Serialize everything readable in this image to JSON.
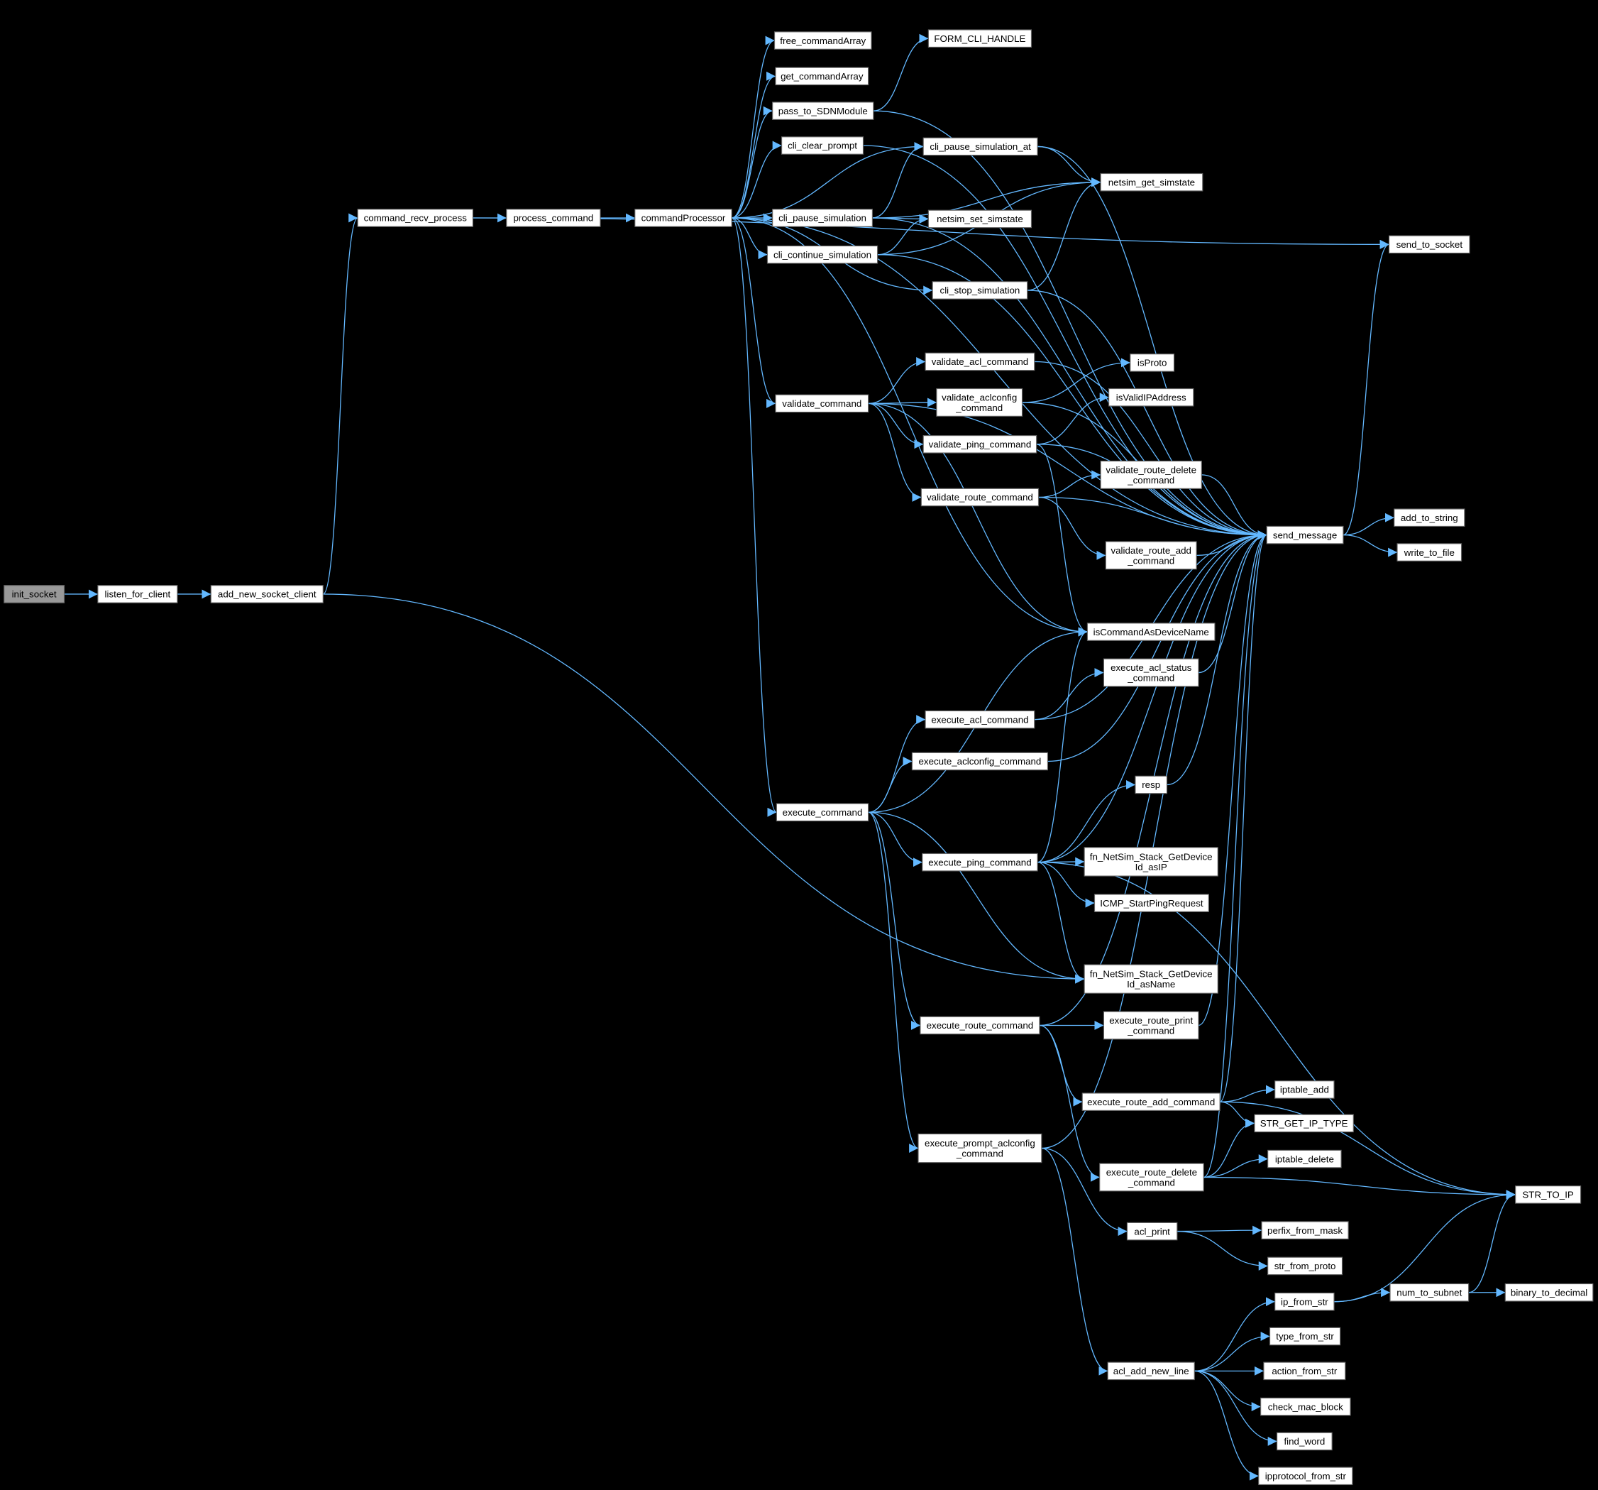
{
  "title": "Call graph of init_socket",
  "colors": {
    "background": "#000000",
    "edge": "#63b8ff",
    "node_fill": "#ffffff",
    "root_fill": "#999999"
  },
  "root": "init_socket",
  "nodes": {
    "init_socket": "init_socket",
    "listen_for_client": "listen_for_client",
    "add_new_socket_client": "add_new_socket_client",
    "command_recv_process": "command_recv_process",
    "process_command": "process_command",
    "commandProcessor": "commandProcessor",
    "free_commandArray": "free_commandArray",
    "get_commandArray": "get_commandArray",
    "pass_to_SDNModule": "pass_to_SDNModule",
    "cli_clear_prompt": "cli_clear_prompt",
    "FORM_CLI_HANDLE": "FORM_CLI_HANDLE",
    "cli_pause_simulation_at": "cli_pause_simulation_at",
    "netsim_get_simstate": "netsim_get_simstate",
    "cli_pause_simulation": "cli_pause_simulation",
    "netsim_set_simstate": "netsim_set_simstate",
    "cli_continue_simulation": "cli_continue_simulation",
    "cli_stop_simulation": "cli_stop_simulation",
    "send_to_socket": "send_to_socket",
    "validate_acl_command": "validate_acl_command",
    "isProto": "isProto",
    "validate_aclconfig_command": "validate_aclconfig\n_command",
    "isValidIPAddress": "isValidIPAddress",
    "validate_command": "validate_command",
    "validate_ping_command": "validate_ping_command",
    "validate_route_delete_command": "validate_route_delete\n_command",
    "validate_route_command": "validate_route_command",
    "send_message": "send_message",
    "add_to_string": "add_to_string",
    "write_to_file": "write_to_file",
    "validate_route_add_command": "validate_route_add\n_command",
    "isCommandAsDeviceName": "isCommandAsDeviceName",
    "execute_acl_status_command": "execute_acl_status\n_command",
    "execute_acl_command": "execute_acl_command",
    "execute_aclconfig_command": "execute_aclconfig_command",
    "resp": "resp",
    "execute_command": "execute_command",
    "execute_ping_command": "execute_ping_command",
    "fn_NetSim_Stack_GetDeviceId_asIP": "fn_NetSim_Stack_GetDevice\nId_asIP",
    "ICMP_StartPingRequest": "ICMP_StartPingRequest",
    "fn_NetSim_Stack_GetDeviceId_asName": "fn_NetSim_Stack_GetDevice\nId_asName",
    "execute_route_command": "execute_route_command",
    "execute_route_print_command": "execute_route_print\n_command",
    "execute_route_add_command": "execute_route_add_command",
    "iptable_add": "iptable_add",
    "STR_GET_IP_TYPE": "STR_GET_IP_TYPE",
    "execute_prompt_aclconfig_command": "execute_prompt_aclconfig\n_command",
    "iptable_delete": "iptable_delete",
    "execute_route_delete_command": "execute_route_delete\n_command",
    "STR_TO_IP": "STR_TO_IP",
    "acl_print": "acl_print",
    "perfix_from_mask": "perfix_from_mask",
    "str_from_proto": "str_from_proto",
    "ip_from_str": "ip_from_str",
    "num_to_subnet": "num_to_subnet",
    "binary_to_decimal": "binary_to_decimal",
    "type_from_str": "type_from_str",
    "acl_add_new_line": "acl_add_new_line",
    "action_from_str": "action_from_str",
    "check_mac_block": "check_mac_block",
    "find_word": "find_word",
    "ipprotocol_from_str": "ipprotocol_from_str"
  },
  "edges": [
    [
      "init_socket",
      "listen_for_client"
    ],
    [
      "listen_for_client",
      "add_new_socket_client"
    ],
    [
      "add_new_socket_client",
      "command_recv_process"
    ],
    [
      "add_new_socket_client",
      "fn_NetSim_Stack_GetDeviceId_asName"
    ],
    [
      "command_recv_process",
      "process_command"
    ],
    [
      "command_recv_process",
      "send_to_socket"
    ],
    [
      "process_command",
      "commandProcessor"
    ],
    [
      "commandProcessor",
      "free_commandArray"
    ],
    [
      "commandProcessor",
      "get_commandArray"
    ],
    [
      "commandProcessor",
      "pass_to_SDNModule"
    ],
    [
      "commandProcessor",
      "cli_clear_prompt"
    ],
    [
      "commandProcessor",
      "cli_pause_simulation_at"
    ],
    [
      "commandProcessor",
      "cli_pause_simulation"
    ],
    [
      "commandProcessor",
      "cli_continue_simulation"
    ],
    [
      "commandProcessor",
      "cli_stop_simulation"
    ],
    [
      "commandProcessor",
      "validate_command"
    ],
    [
      "commandProcessor",
      "execute_command"
    ],
    [
      "commandProcessor",
      "isCommandAsDeviceName"
    ],
    [
      "commandProcessor",
      "send_message"
    ],
    [
      "pass_to_SDNModule",
      "FORM_CLI_HANDLE"
    ],
    [
      "pass_to_SDNModule",
      "send_message"
    ],
    [
      "cli_clear_prompt",
      "send_message"
    ],
    [
      "cli_pause_simulation_at",
      "netsim_get_simstate"
    ],
    [
      "cli_pause_simulation_at",
      "send_message"
    ],
    [
      "cli_pause_simulation",
      "cli_pause_simulation_at"
    ],
    [
      "cli_pause_simulation",
      "netsim_get_simstate"
    ],
    [
      "cli_pause_simulation",
      "netsim_set_simstate"
    ],
    [
      "cli_pause_simulation",
      "send_message"
    ],
    [
      "cli_continue_simulation",
      "netsim_get_simstate"
    ],
    [
      "cli_continue_simulation",
      "netsim_set_simstate"
    ],
    [
      "cli_continue_simulation",
      "send_message"
    ],
    [
      "cli_stop_simulation",
      "netsim_get_simstate"
    ],
    [
      "cli_stop_simulation",
      "send_message"
    ],
    [
      "validate_command",
      "validate_acl_command"
    ],
    [
      "validate_command",
      "validate_aclconfig_command"
    ],
    [
      "validate_command",
      "validate_ping_command"
    ],
    [
      "validate_command",
      "validate_route_command"
    ],
    [
      "validate_command",
      "isCommandAsDeviceName"
    ],
    [
      "validate_command",
      "send_message"
    ],
    [
      "validate_acl_command",
      "send_message"
    ],
    [
      "validate_aclconfig_command",
      "isProto"
    ],
    [
      "validate_aclconfig_command",
      "send_message"
    ],
    [
      "validate_ping_command",
      "isValidIPAddress"
    ],
    [
      "validate_ping_command",
      "send_message"
    ],
    [
      "validate_ping_command",
      "isCommandAsDeviceName"
    ],
    [
      "validate_route_command",
      "validate_route_delete_command"
    ],
    [
      "validate_route_command",
      "validate_route_add_command"
    ],
    [
      "validate_route_command",
      "send_message"
    ],
    [
      "validate_route_delete_command",
      "send_message"
    ],
    [
      "validate_route_add_command",
      "send_message"
    ],
    [
      "send_message",
      "send_to_socket"
    ],
    [
      "send_message",
      "add_to_string"
    ],
    [
      "send_message",
      "write_to_file"
    ],
    [
      "execute_command",
      "isCommandAsDeviceName"
    ],
    [
      "execute_command",
      "execute_acl_command"
    ],
    [
      "execute_command",
      "execute_aclconfig_command"
    ],
    [
      "execute_command",
      "execute_ping_command"
    ],
    [
      "execute_command",
      "fn_NetSim_Stack_GetDeviceId_asName"
    ],
    [
      "execute_command",
      "execute_route_command"
    ],
    [
      "execute_command",
      "execute_prompt_aclconfig_command"
    ],
    [
      "execute_acl_command",
      "execute_acl_status_command"
    ],
    [
      "execute_acl_command",
      "send_message"
    ],
    [
      "execute_acl_status_command",
      "send_message"
    ],
    [
      "execute_aclconfig_command",
      "send_message"
    ],
    [
      "resp",
      "send_message"
    ],
    [
      "execute_ping_command",
      "resp"
    ],
    [
      "execute_ping_command",
      "isCommandAsDeviceName"
    ],
    [
      "execute_ping_command",
      "send_message"
    ],
    [
      "execute_ping_command",
      "fn_NetSim_Stack_GetDeviceId_asIP"
    ],
    [
      "execute_ping_command",
      "ICMP_StartPingRequest"
    ],
    [
      "execute_ping_command",
      "fn_NetSim_Stack_GetDeviceId_asName"
    ],
    [
      "execute_ping_command",
      "STR_TO_IP"
    ],
    [
      "execute_route_command",
      "execute_route_print_command"
    ],
    [
      "execute_route_command",
      "execute_route_add_command"
    ],
    [
      "execute_route_command",
      "execute_route_delete_command"
    ],
    [
      "execute_route_command",
      "send_message"
    ],
    [
      "execute_route_print_command",
      "send_message"
    ],
    [
      "execute_route_add_command",
      "iptable_add"
    ],
    [
      "execute_route_add_command",
      "STR_GET_IP_TYPE"
    ],
    [
      "execute_route_add_command",
      "STR_TO_IP"
    ],
    [
      "execute_route_add_command",
      "send_message"
    ],
    [
      "execute_route_delete_command",
      "iptable_delete"
    ],
    [
      "execute_route_delete_command",
      "STR_GET_IP_TYPE"
    ],
    [
      "execute_route_delete_command",
      "STR_TO_IP"
    ],
    [
      "execute_route_delete_command",
      "send_message"
    ],
    [
      "execute_prompt_aclconfig_command",
      "acl_print"
    ],
    [
      "execute_prompt_aclconfig_command",
      "acl_add_new_line"
    ],
    [
      "execute_prompt_aclconfig_command",
      "send_message"
    ],
    [
      "acl_print",
      "perfix_from_mask"
    ],
    [
      "acl_print",
      "str_from_proto"
    ],
    [
      "acl_add_new_line",
      "ip_from_str"
    ],
    [
      "acl_add_new_line",
      "type_from_str"
    ],
    [
      "acl_add_new_line",
      "action_from_str"
    ],
    [
      "acl_add_new_line",
      "check_mac_block"
    ],
    [
      "acl_add_new_line",
      "find_word"
    ],
    [
      "acl_add_new_line",
      "ipprotocol_from_str"
    ],
    [
      "ip_from_str",
      "num_to_subnet"
    ],
    [
      "ip_from_str",
      "STR_TO_IP"
    ],
    [
      "num_to_subnet",
      "binary_to_decimal"
    ],
    [
      "num_to_subnet",
      "STR_TO_IP"
    ]
  ]
}
